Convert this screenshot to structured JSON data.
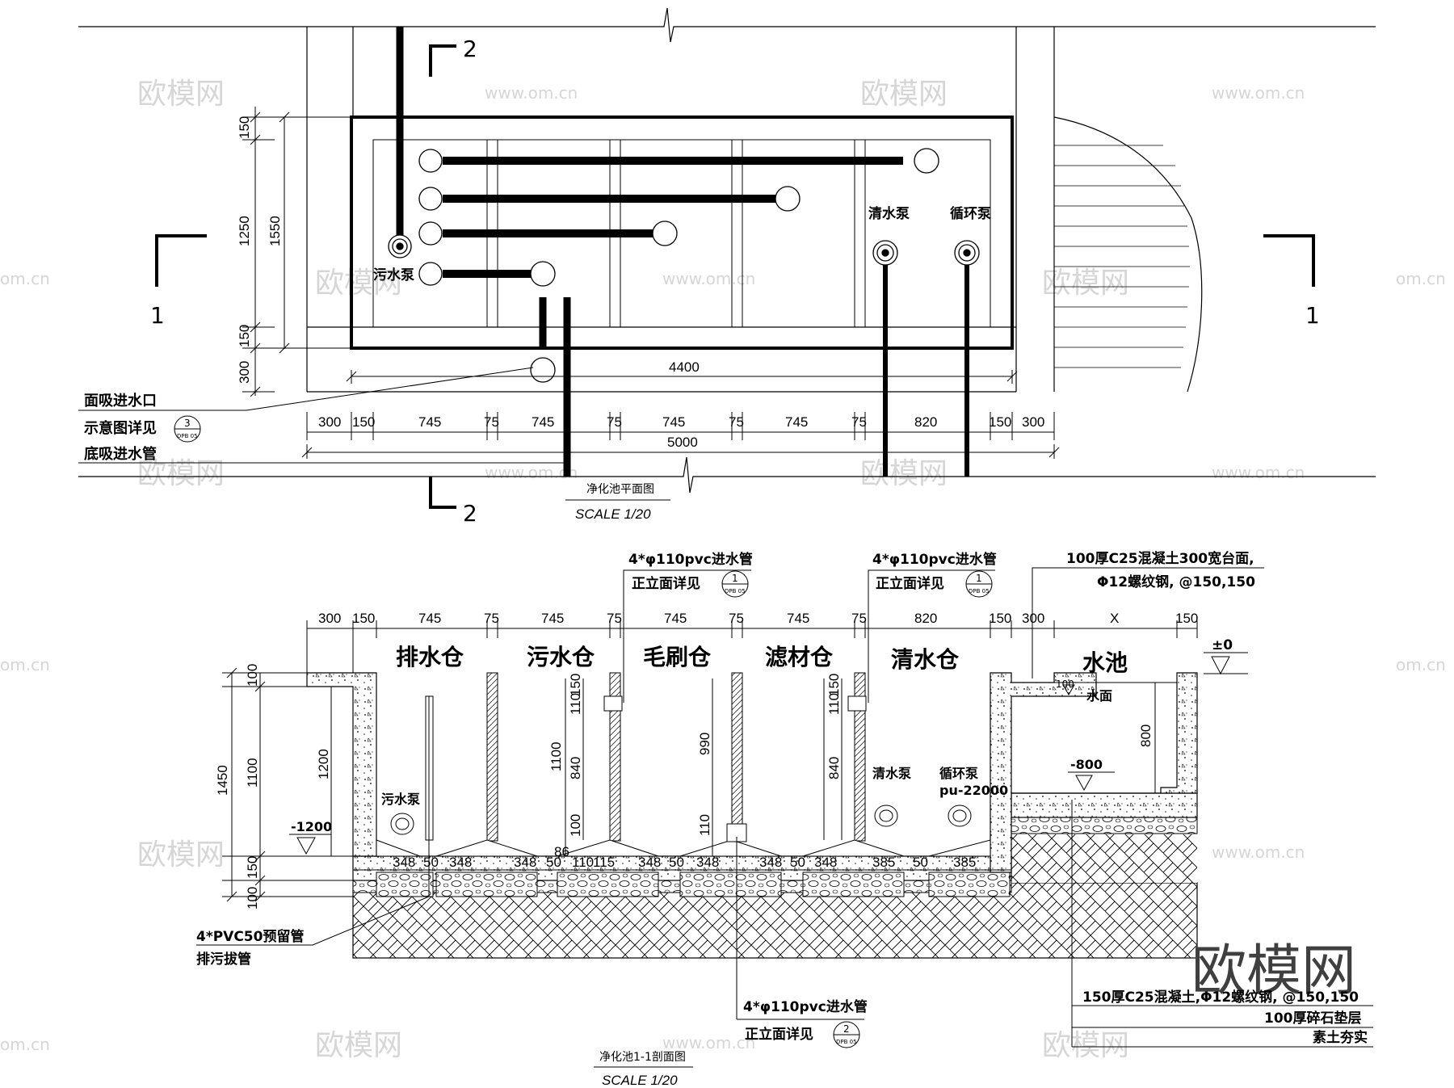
{
  "watermark": {
    "site": "www.om.cn",
    "short": "om.cn",
    "brand": "欧模网",
    "big": "欧模网"
  },
  "plan": {
    "section_1_label": "1",
    "section_2_label": "2",
    "dims_vertical": [
      "150",
      "1250",
      "150",
      "300",
      "1550"
    ],
    "pump_sewage": "污水泵",
    "pump_clean": "清水泵",
    "pump_circ": "循环泵",
    "dim_inner": "4400",
    "dims_horizontal": [
      "300",
      "150",
      "745",
      "75",
      "745",
      "75",
      "745",
      "75",
      "745",
      "75",
      "820",
      "150",
      "300"
    ],
    "dim_total": "5000",
    "note_inlet": "面吸进水口",
    "note_see": "示意图详见",
    "note_bottom": "底吸进水管",
    "ref_3_num": "3",
    "ref_3_sheet": "DPB 05",
    "title": "净化池平面图",
    "scale": "SCALE 1/20"
  },
  "section": {
    "compartments": [
      "排水仓",
      "污水仓",
      "毛刷仓",
      "滤材仓",
      "清水仓",
      "水池"
    ],
    "dims_top": [
      "300",
      "150",
      "745",
      "75",
      "745",
      "75",
      "745",
      "75",
      "745",
      "75",
      "820",
      "150",
      "300",
      "X",
      "150"
    ],
    "callout_a_line1": "4*φ110pvc进水管",
    "callout_a_line2": "正立面详见",
    "ref_1_num": "1",
    "ref_sheet": "DPB 05",
    "callout_b_line1": "4*φ110pvc进水管",
    "callout_b_line2": "正立面详见",
    "callout_c_line1": "100厚C25混凝土300宽台面,",
    "callout_c_line2": "Φ12螺纹钢, @150,150",
    "level_zero": "±0",
    "water_surface": "水面",
    "level_m800": "-800",
    "dim_800": "800",
    "level_m1200": "-1200",
    "dims_left": [
      "100",
      "1100",
      "150",
      "100",
      "1450",
      "1200"
    ],
    "dims_inner": [
      "150",
      "110",
      "1100",
      "840",
      "100",
      "86",
      "990",
      "110",
      "150",
      "110",
      "840"
    ],
    "dims_bottom": [
      "348",
      "50",
      "348",
      "348",
      "50",
      "110",
      "115",
      "348",
      "50",
      "348",
      "348",
      "50",
      "348",
      "385",
      "50",
      "385"
    ],
    "pump_sewage": "污水泵",
    "pump_clean": "清水泵",
    "pump_circ": "循环泵",
    "pump_model": "pu-22000",
    "note_pvc50": "4*PVC50预留管",
    "note_drain": "排污拔管",
    "callout_d_line1": "4*φ110pvc进水管",
    "callout_d_line2": "正立面详见",
    "ref_2_num": "2",
    "layer_1": "150厚C25混凝土,Φ12螺纹钢, @150,150",
    "layer_2": "100厚碎石垫层",
    "layer_3": "素土夯实",
    "title": "净化池1-1剖面图",
    "scale": "SCALE 1/20"
  }
}
